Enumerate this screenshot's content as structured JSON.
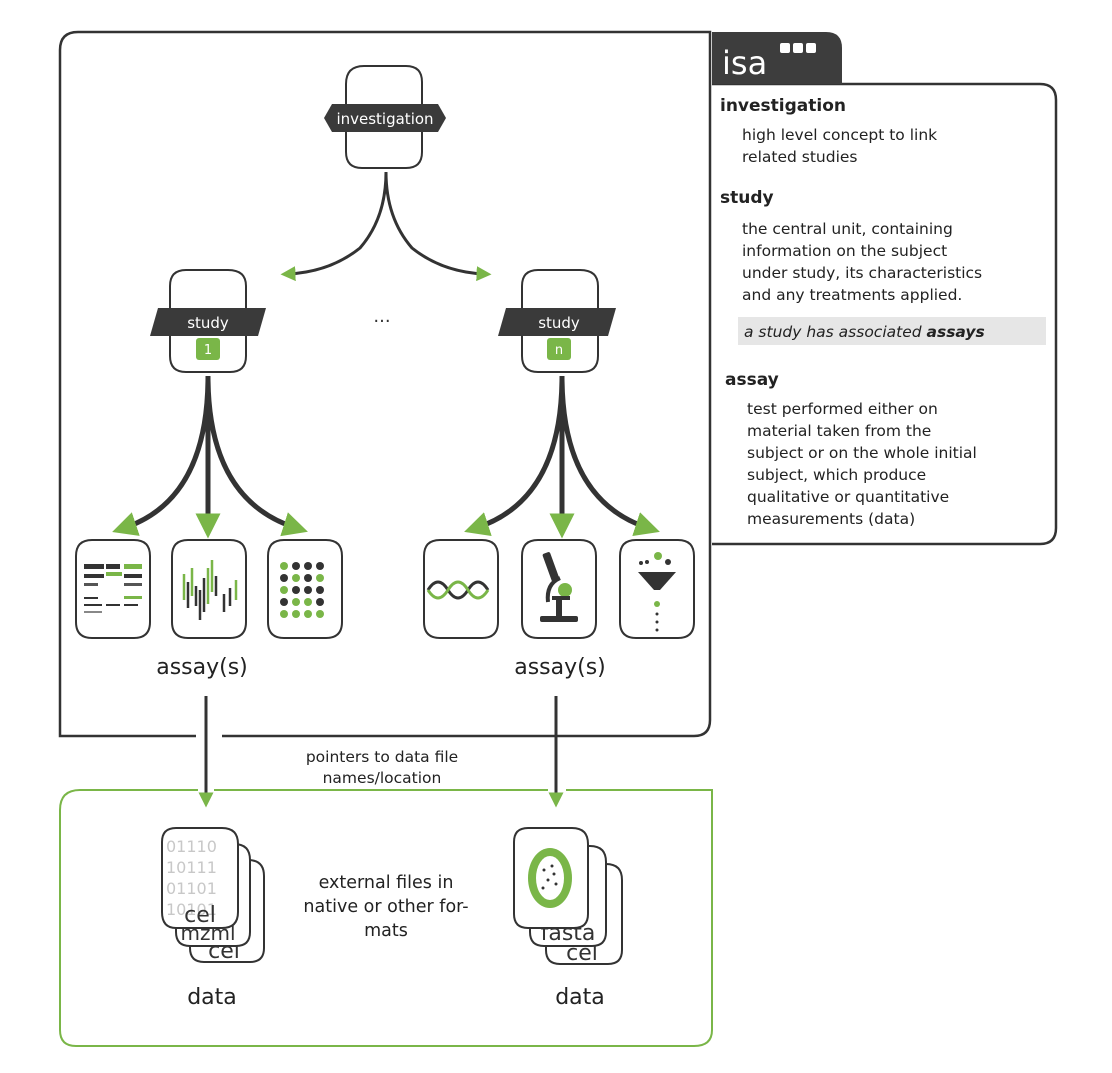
{
  "brand": {
    "name": "isa"
  },
  "investigation": {
    "label": "investigation"
  },
  "ellipsis": "...",
  "studies": [
    {
      "label": "study",
      "badge": "1"
    },
    {
      "label": "study",
      "badge": "n"
    }
  ],
  "assay_groups": [
    {
      "label": "assay(s)",
      "icons": [
        "table-icon",
        "chromatogram-icon",
        "dot-grid-icon"
      ]
    },
    {
      "label": "assay(s)",
      "icons": [
        "dna-helix-icon",
        "microscope-icon",
        "funnel-icon"
      ]
    }
  ],
  "pointers_label": [
    "pointers to data file",
    "names/location"
  ],
  "data_groups": [
    {
      "label": "data",
      "files": [
        "cel",
        "mzml",
        "cel"
      ],
      "binary_rows": [
        "01110",
        "10111",
        "01101",
        "10101"
      ]
    },
    {
      "label": "data",
      "files": [
        "",
        "fasta",
        "cel"
      ]
    }
  ],
  "external_files": [
    "external files in",
    "native or other for-",
    "mats"
  ],
  "legend": {
    "investigation": {
      "term": "investigation",
      "lines": [
        "high level concept to link",
        "related studies"
      ]
    },
    "study": {
      "term": "study",
      "lines": [
        "the central unit, containing",
        "information on the subject",
        "under study, its characteristics",
        "and any treatments applied."
      ],
      "note_prefix": "a study has associated ",
      "note_bold": "assays"
    },
    "assay": {
      "term": "assay",
      "lines": [
        "test performed either on",
        "material taken from the",
        "subject or on the whole initial",
        "subject, which produce",
        "qualitative or quantitative",
        "measurements (data)"
      ]
    }
  },
  "colors": {
    "dark": "#3a3a3a",
    "green": "#7ab648",
    "outline": "#333333",
    "light_gray": "#e6e6e6"
  }
}
